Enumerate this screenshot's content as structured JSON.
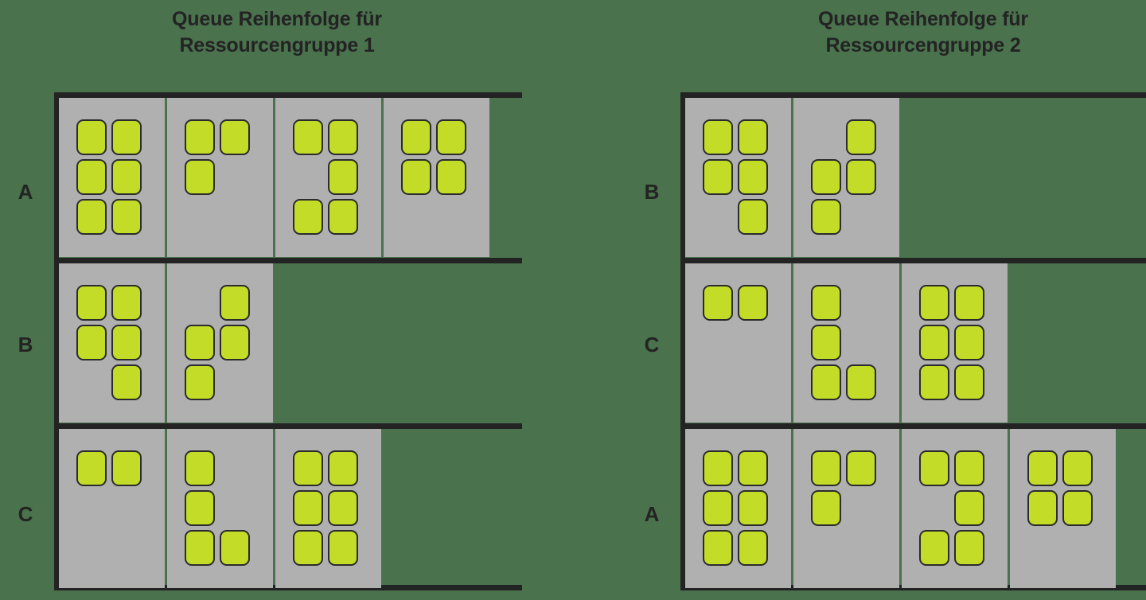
{
  "colors": {
    "background": "#4a724d",
    "block_fill": "#b0b0b0",
    "unit_fill": "#c2dc27",
    "line": "#232323",
    "text": "#232323"
  },
  "panels": [
    {
      "id": "resource-group-1",
      "title": "Queue Reihenfolge für Ressourcengruppe 1",
      "title_line1": "Queue Reihenfolge für",
      "title_line2": "Ressourcengruppe 1",
      "rows": [
        {
          "label": "A",
          "block_count": 4,
          "blocks": [
            {
              "units": 6,
              "grid": [
                [
                  1,
                  1
                ],
                [
                  1,
                  1
                ],
                [
                  1,
                  1
                ]
              ]
            },
            {
              "units": 3,
              "grid": [
                [
                  1,
                  1
                ],
                [
                  1,
                  0
                ],
                [
                  0,
                  0
                ]
              ]
            },
            {
              "units": 5,
              "grid": [
                [
                  1,
                  1
                ],
                [
                  0,
                  1
                ],
                [
                  1,
                  1
                ]
              ]
            },
            {
              "units": 4,
              "grid": [
                [
                  1,
                  1
                ],
                [
                  1,
                  1
                ],
                [
                  0,
                  0
                ]
              ]
            }
          ]
        },
        {
          "label": "B",
          "block_count": 2,
          "blocks": [
            {
              "units": 5,
              "grid": [
                [
                  1,
                  1
                ],
                [
                  1,
                  1
                ],
                [
                  0,
                  1
                ]
              ]
            },
            {
              "units": 4,
              "grid": [
                [
                  0,
                  1
                ],
                [
                  1,
                  1
                ],
                [
                  1,
                  0
                ]
              ]
            }
          ]
        },
        {
          "label": "C",
          "block_count": 3,
          "blocks": [
            {
              "units": 2,
              "grid": [
                [
                  1,
                  1
                ],
                [
                  0,
                  0
                ],
                [
                  0,
                  0
                ]
              ]
            },
            {
              "units": 4,
              "grid": [
                [
                  1,
                  0
                ],
                [
                  1,
                  0
                ],
                [
                  1,
                  1
                ]
              ]
            },
            {
              "units": 6,
              "grid": [
                [
                  1,
                  1
                ],
                [
                  1,
                  1
                ],
                [
                  1,
                  1
                ]
              ]
            }
          ]
        }
      ]
    },
    {
      "id": "resource-group-2",
      "title": "Queue Reihenfolge für Ressourcengruppe 2",
      "title_line1": "Queue Reihenfolge für",
      "title_line2": "Ressourcengruppe 2",
      "rows": [
        {
          "label": "B",
          "block_count": 2,
          "blocks": [
            {
              "units": 5,
              "grid": [
                [
                  1,
                  1
                ],
                [
                  1,
                  1
                ],
                [
                  0,
                  1
                ]
              ]
            },
            {
              "units": 4,
              "grid": [
                [
                  0,
                  1
                ],
                [
                  1,
                  1
                ],
                [
                  1,
                  0
                ]
              ]
            }
          ]
        },
        {
          "label": "C",
          "block_count": 3,
          "blocks": [
            {
              "units": 2,
              "grid": [
                [
                  1,
                  1
                ],
                [
                  0,
                  0
                ],
                [
                  0,
                  0
                ]
              ]
            },
            {
              "units": 4,
              "grid": [
                [
                  1,
                  0
                ],
                [
                  1,
                  0
                ],
                [
                  1,
                  1
                ]
              ]
            },
            {
              "units": 6,
              "grid": [
                [
                  1,
                  1
                ],
                [
                  1,
                  1
                ],
                [
                  1,
                  1
                ]
              ]
            }
          ]
        },
        {
          "label": "A",
          "block_count": 4,
          "blocks": [
            {
              "units": 6,
              "grid": [
                [
                  1,
                  1
                ],
                [
                  1,
                  1
                ],
                [
                  1,
                  1
                ]
              ]
            },
            {
              "units": 3,
              "grid": [
                [
                  1,
                  1
                ],
                [
                  1,
                  0
                ],
                [
                  0,
                  0
                ]
              ]
            },
            {
              "units": 5,
              "grid": [
                [
                  1,
                  1
                ],
                [
                  0,
                  1
                ],
                [
                  1,
                  1
                ]
              ]
            },
            {
              "units": 4,
              "grid": [
                [
                  1,
                  1
                ],
                [
                  1,
                  1
                ],
                [
                  0,
                  0
                ]
              ]
            }
          ]
        }
      ]
    }
  ]
}
